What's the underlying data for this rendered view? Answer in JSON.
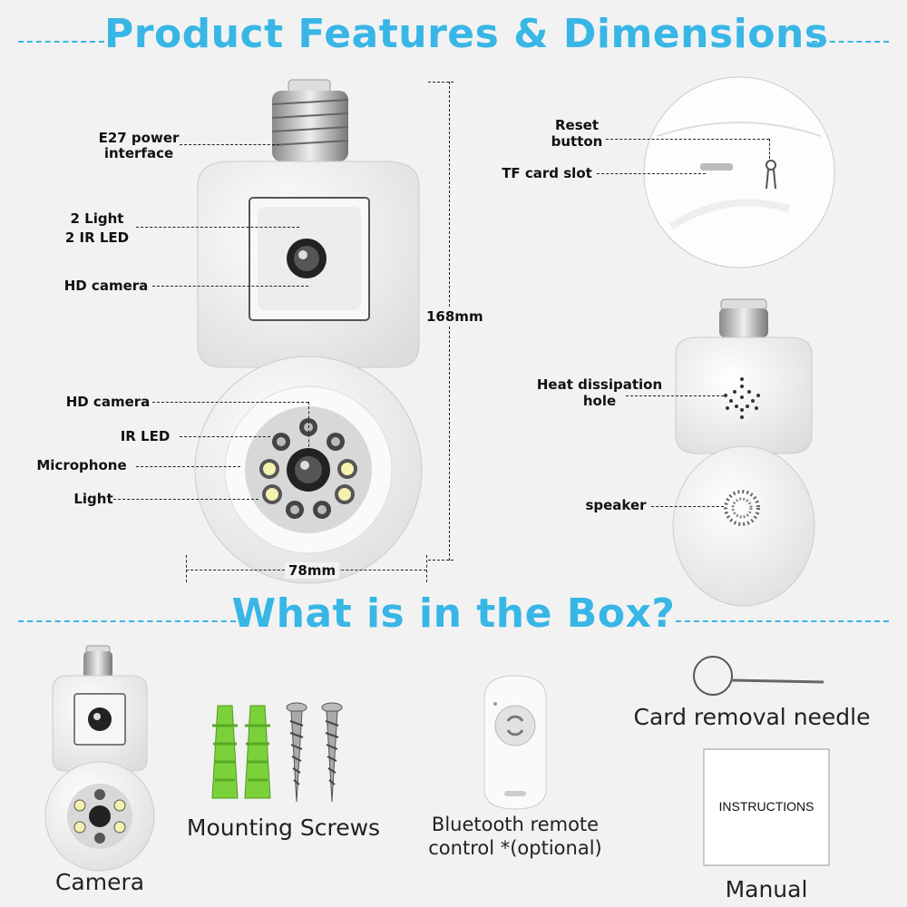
{
  "headings": {
    "features": "Product Features & Dimensions",
    "box": "What is in the Box?"
  },
  "callouts": {
    "e27": [
      "E27 power",
      "interface"
    ],
    "light_ir": [
      "2 Light",
      "2 IR LED"
    ],
    "hd_camera_top": "HD camera",
    "hd_camera_bottom": "HD camera",
    "ir_led": "IR LED",
    "microphone": "Microphone",
    "light": "Light",
    "reset": [
      "Reset",
      "button"
    ],
    "tf_slot": "TF card slot",
    "heat": [
      "Heat dissipation",
      "hole"
    ],
    "speaker": "speaker"
  },
  "dimensions": {
    "height": "168mm",
    "width": "78mm"
  },
  "box_items": {
    "camera": "Camera",
    "screws": "Mounting Screws",
    "remote": [
      "Bluetooth remote",
      "control *(optional)"
    ],
    "needle": "Card removal needle",
    "manual_cover": "INSTRUCTIONS",
    "manual": "Manual"
  },
  "colors": {
    "accent": "#38b6e6",
    "anchor_green": "#7bd13a"
  }
}
